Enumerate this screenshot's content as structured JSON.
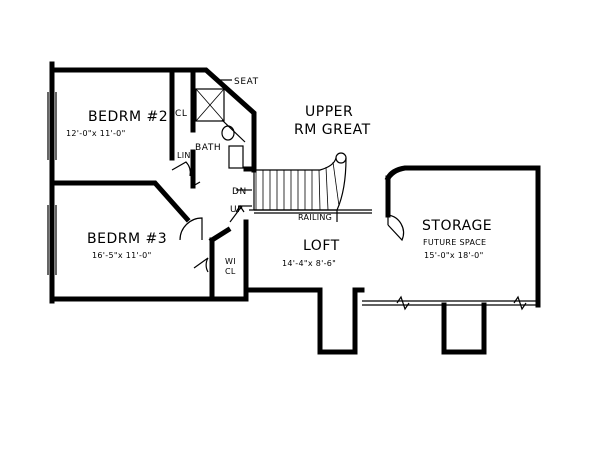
{
  "rooms": {
    "bedroom2": {
      "name": "BEDRM #2",
      "size": "12'-0\"x 11'-0\""
    },
    "bedroom3": {
      "name": "BEDRM #3",
      "size": "16'-5\"x 11'-0\""
    },
    "upper_great_rm": {
      "line1": "UPPER",
      "line2": "RM GREAT"
    },
    "loft": {
      "name": "LOFT",
      "size": "14'-4\"x 8'-6\""
    },
    "storage": {
      "name": "STORAGE",
      "note": "FUTURE SPACE",
      "size": "15'-0\"x 18'-0\""
    }
  },
  "labels": {
    "seat": "SEAT",
    "closet": "CL",
    "linen": "LIN",
    "bath": "BATH",
    "down": "DN",
    "up": "UP",
    "railing": "RAILING",
    "walkin_line1": "WI",
    "walkin_line2": "CL"
  }
}
